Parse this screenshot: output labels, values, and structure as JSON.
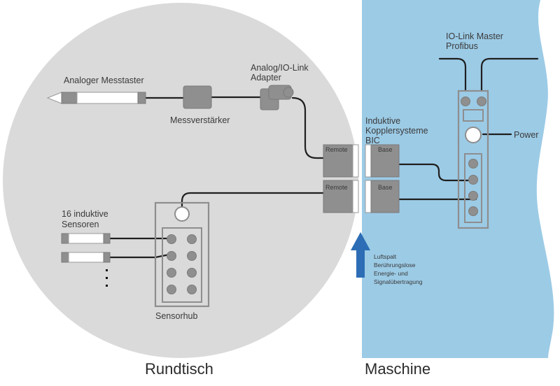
{
  "labels": {
    "analog_probe": "Analoger Messtaster",
    "amplifier": "Messverstärker",
    "adapter_line1": "Analog/IO-Link",
    "adapter_line2": "Adapter",
    "coupler_line1": "Induktive",
    "coupler_line2": "Kopplersysteme",
    "coupler_line3": "BIC",
    "iolink_line1": "IO-Link Master",
    "iolink_line2": "Profibus",
    "power": "Power",
    "remote_top": "Remote",
    "remote_bottom": "Remote",
    "base_top": "Base",
    "base_bottom": "Base",
    "sensors_line1": "16 induktive",
    "sensors_line2": "Sensoren",
    "sensorhub": "Sensorhub",
    "gap_line1": "Luftspalt",
    "gap_line2": "Berührungslose",
    "gap_line3": "Energie- und",
    "gap_line4": "Signalübertragung",
    "ellipsis": "⋮",
    "rotary_table": "Rundtisch",
    "machine": "Maschine"
  },
  "colors": {
    "rotary_table_fill": "#dadada",
    "machine_fill": "#9ccbe6",
    "arrow_fill": "#2c6db5",
    "device_fill": "#8f8f8f",
    "wire": "#1f1f1f"
  }
}
